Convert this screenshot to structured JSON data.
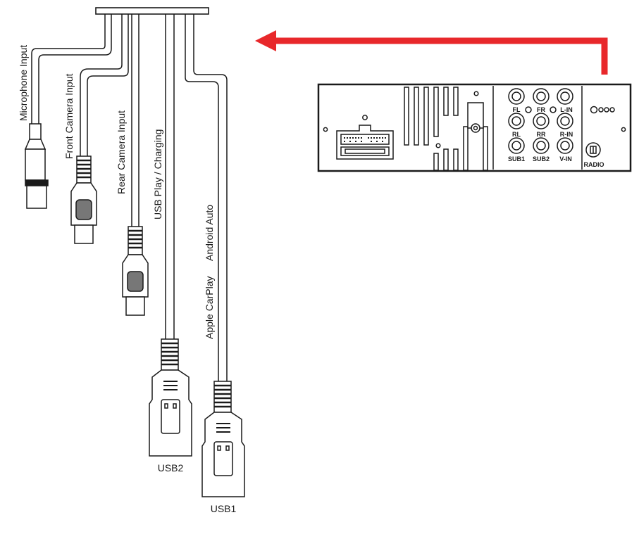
{
  "harness": {
    "microphone_label": "Microphone Input",
    "front_camera_label": "Front Camera Input",
    "rear_camera_label": "Rear Camera Input",
    "usb_play_label": "USB Play / Charging",
    "usb2_label": "USB2",
    "apple_carplay_label": "Apple CarPlay",
    "android_auto_label": "Android Auto",
    "usb1_label": "USB1"
  },
  "radio_unit": {
    "jacks": {
      "fl": "FL",
      "fr": "FR",
      "l_in": "L-IN",
      "rl": "RL",
      "rr": "RR",
      "r_in": "R-IN",
      "sub1": "SUB1",
      "sub2": "SUB2",
      "v_in": "V-IN"
    },
    "radio_label": "RADIO"
  },
  "colors": {
    "arrow": "#e8282b",
    "line": "#1a1a1a"
  },
  "icons": {
    "arrow": "arrow-left-icon"
  }
}
